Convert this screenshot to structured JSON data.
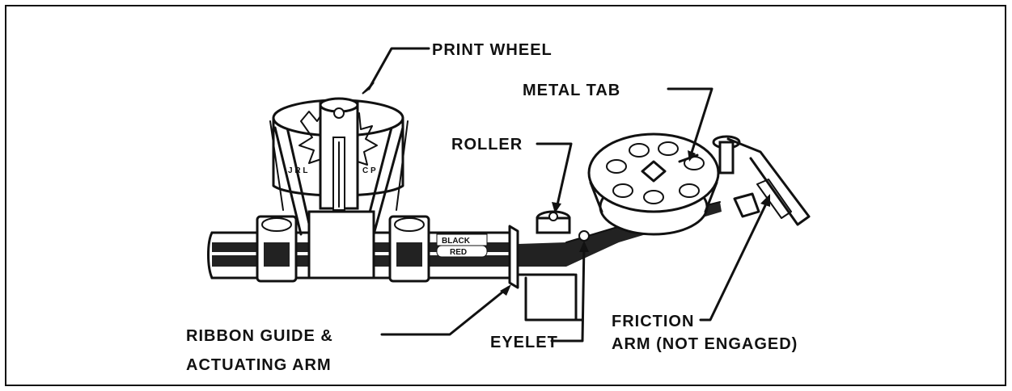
{
  "labels": {
    "print_wheel": "PRINT WHEEL",
    "metal_tab": "METAL TAB",
    "roller": "ROLLER",
    "ribbon_guide_line1": "RIBBON GUIDE &",
    "ribbon_guide_line2": "ACTUATING ARM",
    "eyelet": "EYELET",
    "friction_line1": "FRICTION",
    "friction_line2": "ARM (NOT ENGAGED)"
  },
  "ribbon_colors": {
    "black": "BLACK",
    "red": "RED"
  },
  "wheel_marks": {
    "left": "J R L",
    "right": "C P"
  },
  "colors": {
    "ink": "#111111",
    "background": "#ffffff"
  }
}
